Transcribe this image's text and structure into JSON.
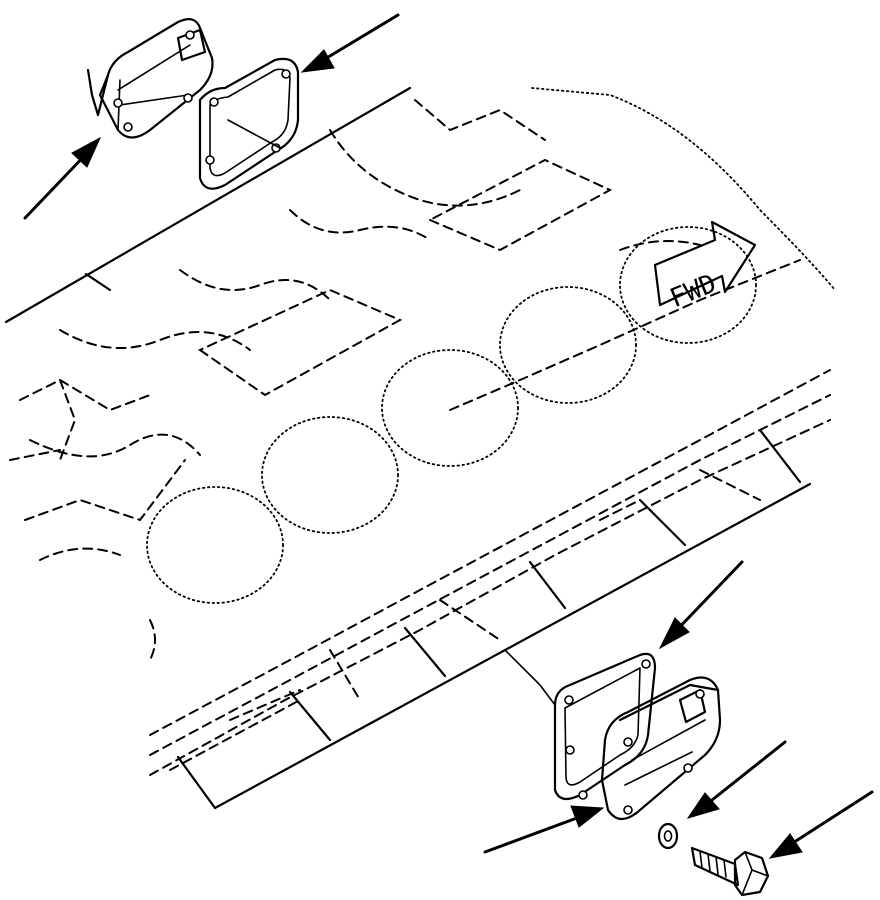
{
  "figure": {
    "direction_label": "FWD"
  },
  "callouts": [
    {
      "target": "rear-cover"
    },
    {
      "target": "rear-gasket"
    },
    {
      "target": "front-gasket"
    },
    {
      "target": "front-cover"
    },
    {
      "target": "washer"
    },
    {
      "target": "bolt"
    }
  ]
}
